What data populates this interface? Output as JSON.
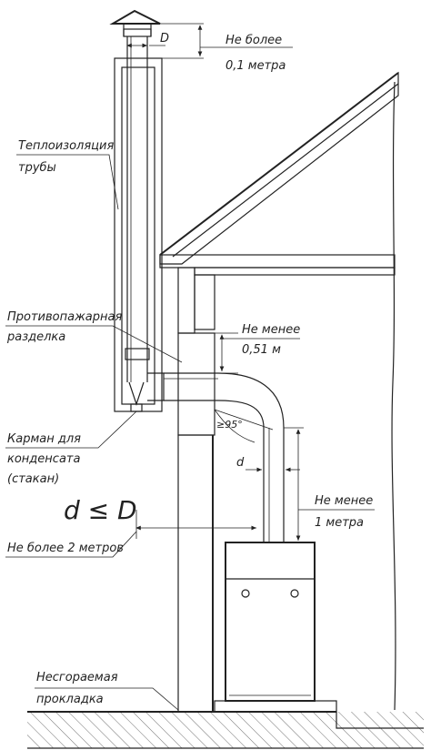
{
  "labels": {
    "dim_top_letter": "D",
    "top_note_line1": "Не более",
    "top_note_line2": "0,1 метра",
    "insulation_line1": "Теплоизоляция",
    "insulation_line2": "трубы",
    "firebreak_line1": "Противопажарная",
    "firebreak_line2": "разделка",
    "min_051_line1": "Не менее",
    "min_051_line2": "0,51 м",
    "angle": "≥95°",
    "pocket_line1": "Карман для",
    "pocket_line2": "конденсата",
    "pocket_line3": "(стакан)",
    "dim_small_letter": "d",
    "min_1m_line1": "Не менее",
    "min_1m_line2": "1 метра",
    "formula": "d ≤ D",
    "max_2m": "Не более 2 метров",
    "gasket_line1": "Несгораемая",
    "gasket_line2": "прокладка"
  },
  "colors": {
    "line": "#222222",
    "background": "#ffffff"
  }
}
